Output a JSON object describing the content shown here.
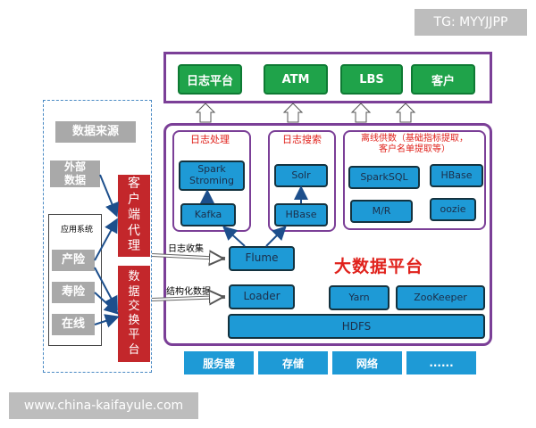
{
  "watermarks": {
    "top": "TG: MYYJJPP",
    "bottom": "www.china-kaifayule.com"
  },
  "applications": [
    {
      "label": "日志平台"
    },
    {
      "label": "ATM"
    },
    {
      "label": "LBS"
    },
    {
      "label": "客户"
    }
  ],
  "platform": {
    "title": "大数据平台",
    "groups": {
      "log_processing": {
        "title": "日志处理",
        "items": [
          "Spark\nStroming",
          "Kafka"
        ]
      },
      "log_search": {
        "title": "日志搜索",
        "items": [
          "Solr",
          "HBase"
        ]
      },
      "offline": {
        "title": "离线供数（基础指标提取，\n客户名单提取等）",
        "items": [
          "SparkSQL",
          "HBase",
          "M/R",
          "oozie"
        ]
      }
    },
    "components": {
      "flume": "Flume",
      "loader": "Loader",
      "yarn": "Yarn",
      "zookeeper": "ZooKeeper",
      "hdfs": "HDFS"
    },
    "edge_labels": {
      "log_collect": "日志收集",
      "structured": "结构化数据"
    }
  },
  "infrastructure": [
    "服务器",
    "存储",
    "网络",
    "......"
  ],
  "data_sources": {
    "title": "数据来源",
    "external": "外部\n数据",
    "app_system_label": "应用系统",
    "app_systems": [
      "产险",
      "寿险",
      "在线"
    ],
    "client_proxy": "客\n户\n端\n代\n理",
    "exchange_platform": "数\n据\n交\n换\n平\n台"
  },
  "colors": {
    "purple_frame": "#7b3f97",
    "green_app": "#1fa34a",
    "blue_component": "#1e9ad6",
    "red_title": "#e0211b",
    "red_block": "#c3272b",
    "grey_block": "#a9a9a9"
  }
}
